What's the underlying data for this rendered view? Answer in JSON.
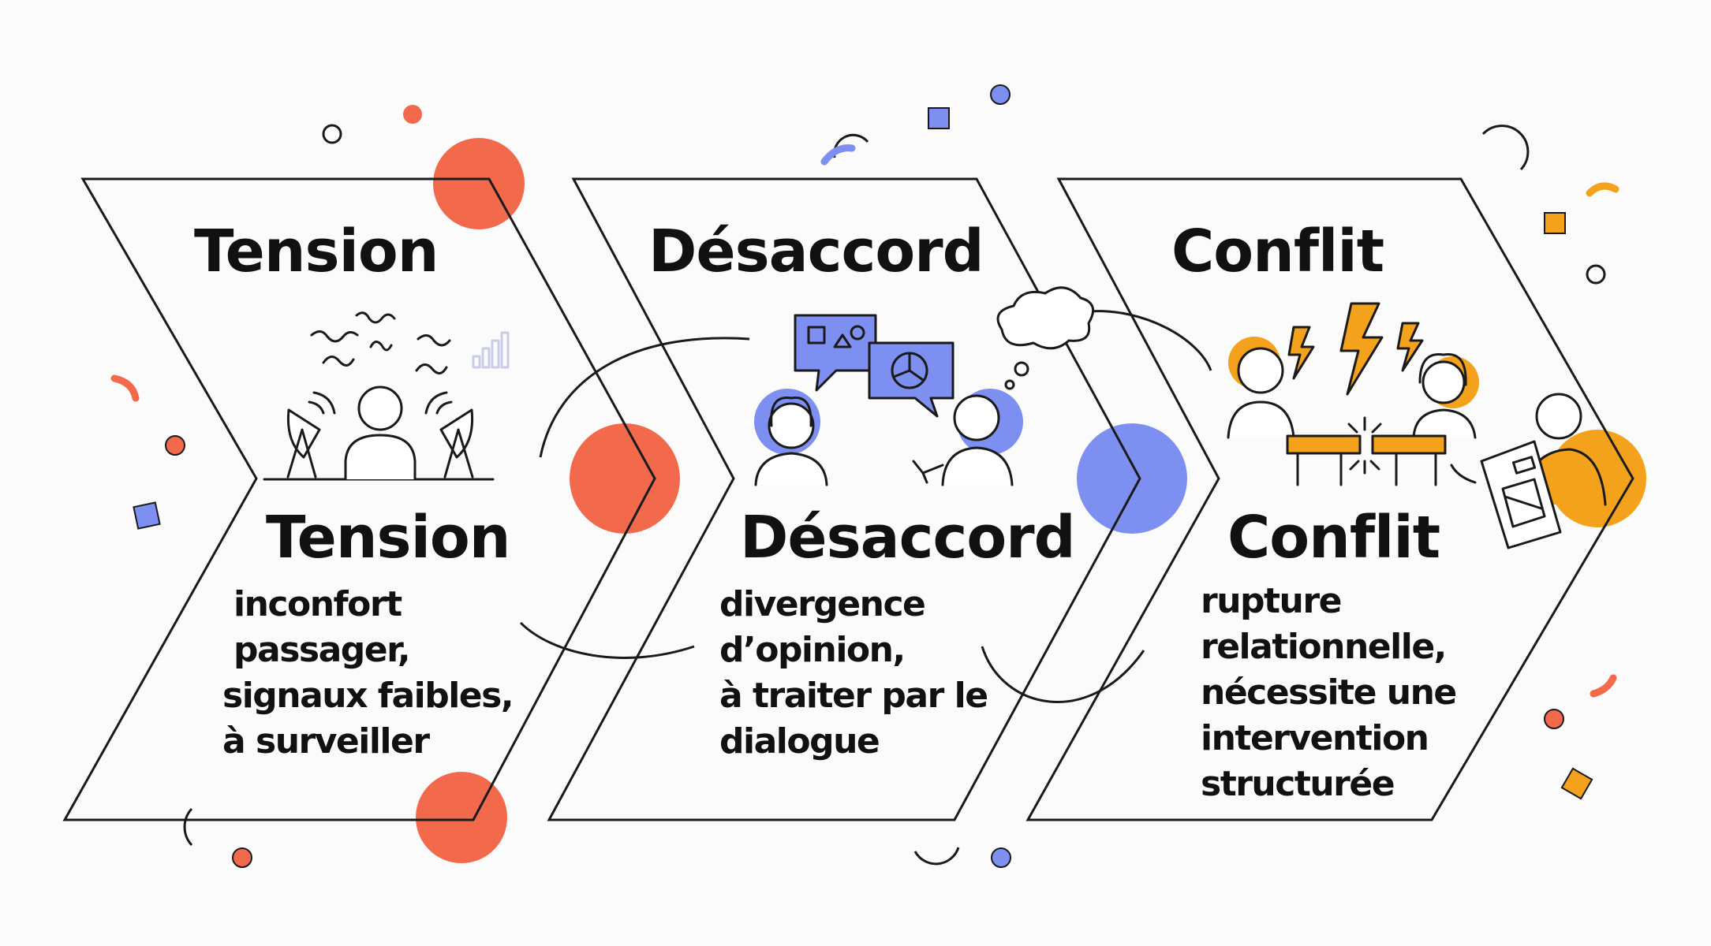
{
  "colors": {
    "tension_accent": "#f26a4b",
    "desaccord_accent": "#7d8ff0",
    "conflit_accent": "#f4a21b",
    "outline": "#1a1a1a"
  },
  "stages": [
    {
      "top_title": "Tension",
      "title": "Tension",
      "lines": [
        "inconfort",
        "passager,",
        "signaux faibles,",
        "à surveiller"
      ],
      "illustration": "stressed-person-with-signal-antennas-icon"
    },
    {
      "top_title": "Désaccord",
      "title": "Désaccord",
      "lines": [
        "divergence",
        "d’opinion,",
        "à traiter par le",
        "dialogue"
      ],
      "illustration": "two-people-exchanging-speech-bubbles-icon"
    },
    {
      "top_title": "Conflit",
      "title": "Conflit",
      "lines": [
        "rupture",
        "relationnelle,",
        "nécessite une",
        "intervention",
        "structurée"
      ],
      "illustration": "people-behind-broken-barrier-with-lightning-icon"
    }
  ]
}
